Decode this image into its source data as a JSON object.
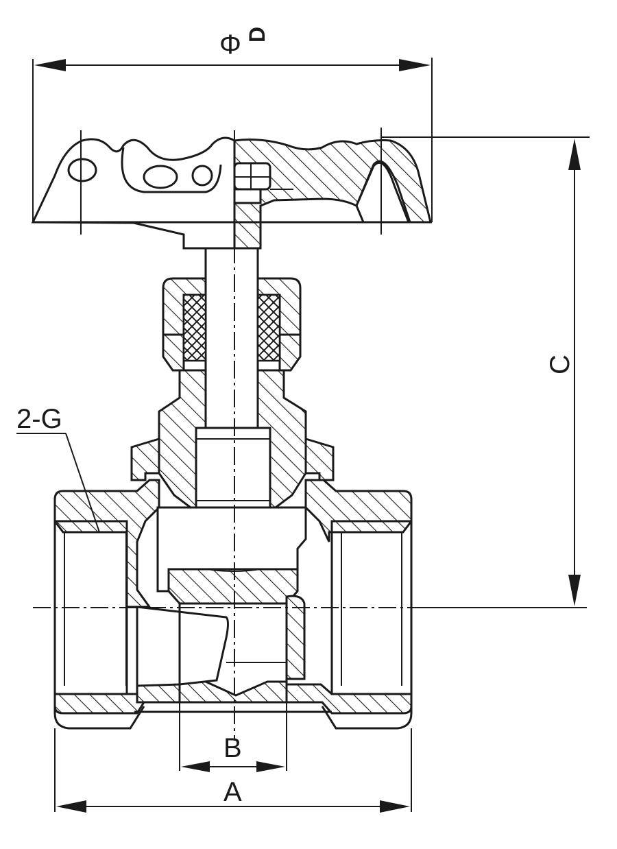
{
  "drawing": {
    "labels": {
      "phi": "Φ",
      "d": "D",
      "c": "C",
      "thread": "2-G",
      "b": "B",
      "a": "A"
    },
    "colors": {
      "line": "#1a1a1a",
      "background": "#ffffff"
    }
  }
}
